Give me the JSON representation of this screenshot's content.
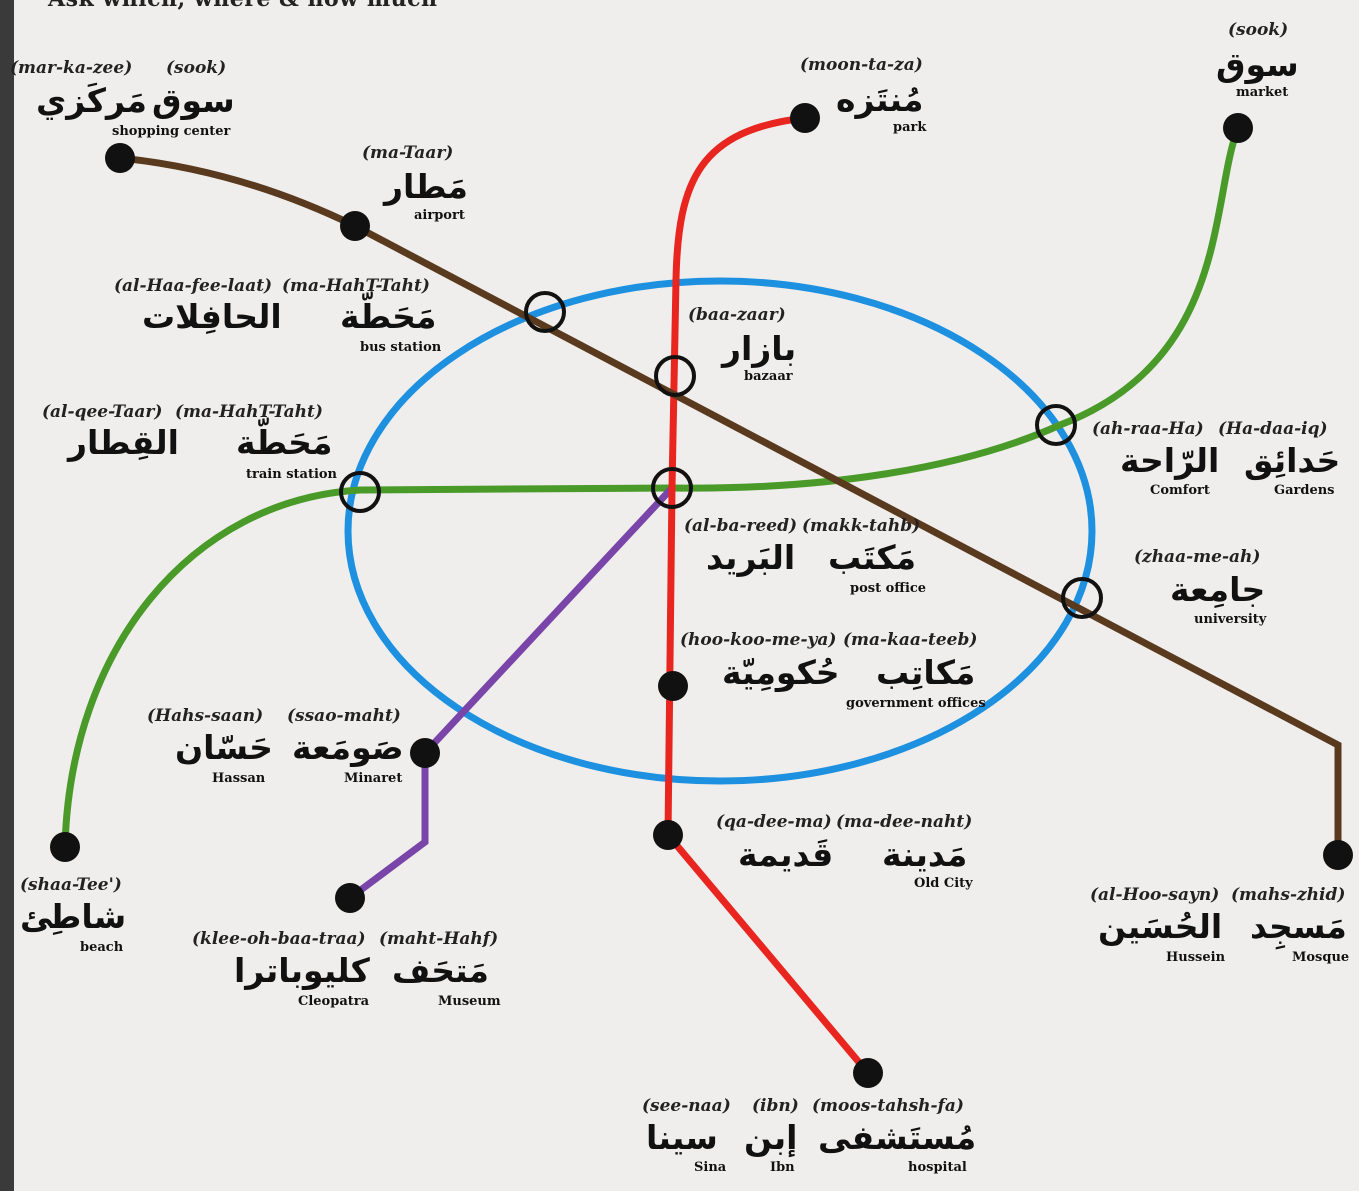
{
  "header": {
    "caption": "Ask which, where & how much"
  },
  "lines": {
    "brown": "#5a3a1e",
    "red": "#e8261f",
    "green": "#4a9a2a",
    "blue": "#1e90e0",
    "purple": "#7a45a8"
  },
  "stations": {
    "shopping_center": {
      "translit_1": "(mar-ka-zee)",
      "translit_2": "(sook)",
      "arabic_1": "مَركَزي",
      "arabic_2": "سوق",
      "english": "shopping center"
    },
    "park": {
      "translit": "(moon-ta-za)",
      "arabic": "مُنتَزه",
      "english": "park"
    },
    "market": {
      "translit": "(sook)",
      "arabic": "سوق",
      "english": "market"
    },
    "airport": {
      "translit": "(ma-Taar)",
      "arabic": "مَطار",
      "english": "airport"
    },
    "bus_station": {
      "translit_1": "(al-Haa-fee-laat)",
      "translit_2": "(ma-HahT-Taht)",
      "arabic_1": "الحافِلات",
      "arabic_2": "مَحَطّة",
      "english": "bus station"
    },
    "bazaar": {
      "translit": "(baa-zaar)",
      "arabic": "بازار",
      "english": "bazaar"
    },
    "train_station": {
      "translit_1": "(al-qee-Taar)",
      "translit_2": "(ma-HahT-Taht)",
      "arabic_1": "القِطار",
      "arabic_2": "مَحَطّة",
      "english": "train station"
    },
    "gardens": {
      "translit_1": "(ah-raa-Ha)",
      "translit_2": "(Ha-daa-iq)",
      "arabic_1": "الرّاحة",
      "arabic_2": "حَدائِق",
      "english_1": "Comfort",
      "english_2": "Gardens"
    },
    "post_office": {
      "translit_1": "(al-ba-reed)",
      "translit_2": "(makk-tahb)",
      "arabic_1": "البَريد",
      "arabic_2": "مَكتَب",
      "english": "post office"
    },
    "university": {
      "translit": "(zhaa-me-ah)",
      "arabic": "جامِعة",
      "english": "university"
    },
    "government_offices": {
      "translit_1": "(hoo-koo-me-ya)",
      "translit_2": "(ma-kaa-teeb)",
      "arabic_1": "حُكومِيّة",
      "arabic_2": "مَكاتِب",
      "english": "government offices"
    },
    "minaret": {
      "translit_1": "(Hahs-saan)",
      "translit_2": "(ssao-maht)",
      "arabic_1": "حَسّان",
      "arabic_2": "صَومَعة",
      "english_1": "Hassan",
      "english_2": "Minaret"
    },
    "old_city": {
      "translit_1": "(qa-dee-ma)",
      "translit_2": "(ma-dee-naht)",
      "arabic_1": "قَديمة",
      "arabic_2": "مَدينة",
      "english": "Old City"
    },
    "beach": {
      "translit": "(shaa-Tee')",
      "arabic": "شاطِئ",
      "english": "beach"
    },
    "museum": {
      "translit_1": "(klee-oh-baa-traa)",
      "translit_2": "(maht-Hahf)",
      "arabic_1": "كليوباترا",
      "arabic_2": "مَتحَف",
      "english_1": "Cleopatra",
      "english_2": "Museum"
    },
    "mosque": {
      "translit_1": "(al-Hoo-sayn)",
      "translit_2": "(mahs-zhid)",
      "arabic_1": "الحُسَين",
      "arabic_2": "مَسجِد",
      "english_1": "Hussein",
      "english_2": "Mosque"
    },
    "hospital": {
      "translit_1": "(see-naa)",
      "translit_2": "(ibn)",
      "translit_3": "(moos-tahsh-fa)",
      "arabic_1": "سينا",
      "arabic_2": "إبن",
      "arabic_3": "مُستَشفى",
      "english_1": "Sina",
      "english_2": "Ibn",
      "english_3": "hospital"
    }
  }
}
